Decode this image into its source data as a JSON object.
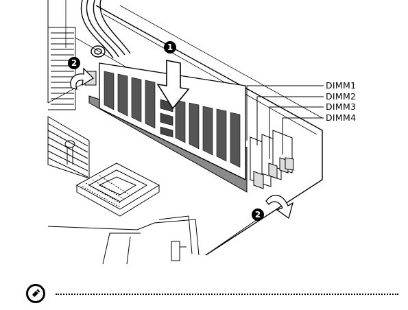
{
  "figure": {
    "callouts": {
      "step1": "1",
      "step2_left": "2",
      "step2_right": "2"
    },
    "slot_labels": [
      "DIMM1",
      "DIMM2",
      "DIMM3",
      "DIMM4"
    ]
  },
  "note": {
    "icon": "note-pencil-icon"
  }
}
